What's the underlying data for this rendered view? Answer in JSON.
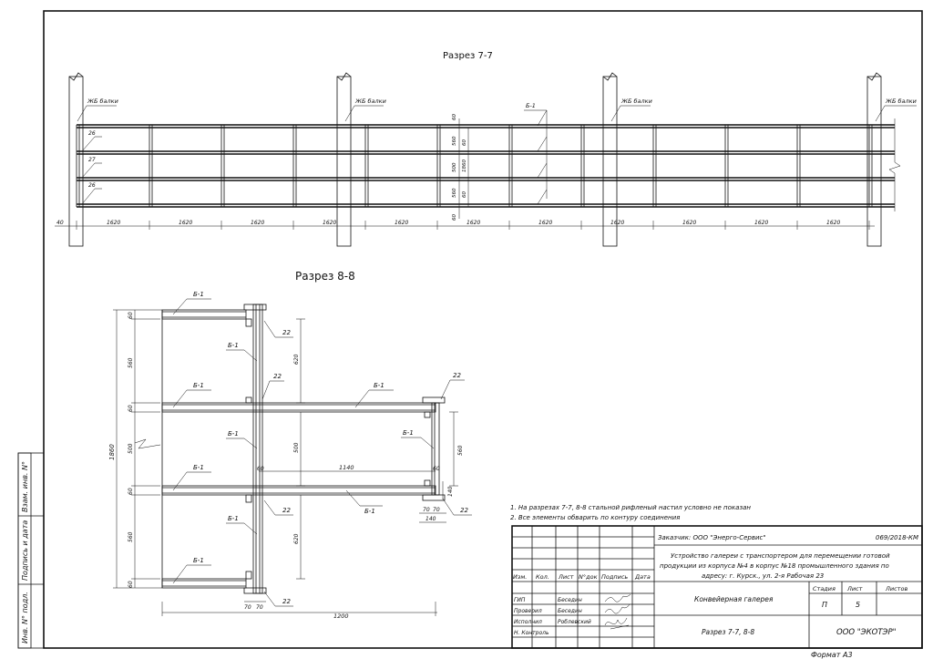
{
  "section_7": {
    "title": "Разрез 7-7",
    "column_label": "ЖБ балки",
    "beam_label": "Б-1",
    "spacing": "1620",
    "start_offset": "40",
    "row_labels": [
      "26",
      "27",
      "26"
    ],
    "height_dims": [
      "60",
      "560",
      "60",
      "500",
      "60",
      "560",
      "60"
    ],
    "total_height": "1860"
  },
  "section_8": {
    "title": "Разрез 8-8",
    "beam_label": "Б-1",
    "weld": "22",
    "dims_left": [
      "60",
      "560",
      "60",
      "500",
      "60",
      "560",
      "60"
    ],
    "total_left": "1860",
    "inner_620": "620",
    "inner_500": "500",
    "dim_1140": "1140",
    "dim_1200": "1200",
    "dim_70": "70",
    "dim_140": "140",
    "dim_560": "560",
    "dim_60": "60"
  },
  "notes": [
    "1. На разрезах 7-7, 8-8 стальной рифленый настил условно не показан",
    "2. Все элементы обварить по контуру соединения"
  ],
  "title_block": {
    "customer": "Заказчик: ООО \"Энерго-Сервис\"",
    "code": "069/2018-КМ",
    "project_line1": "Устройство галереи с транспортером для перемещении готовой",
    "project_line2": "продукции из корпуса №4 в корпус №18 промышленного здания по",
    "project_line3": "адресу: г. Курск., ул. 2-я Рабочая 23",
    "headers": [
      "Изм.",
      "Кол.",
      "Лист",
      "N°док",
      "Подпись",
      "Дата"
    ],
    "roles": [
      "ГИП",
      "Проверил",
      "Исполнил",
      "Н. Контроль"
    ],
    "names": [
      "Беседин",
      "Беседин",
      "Роблевский",
      ""
    ],
    "object_name": "Конвейерная галерея",
    "sheet_title": "Разрез 7-7, 8-8",
    "stage_label": "Стадия",
    "sheet_label": "Лист",
    "sheets_label": "Листов",
    "stage": "П",
    "sheet": "5",
    "company": "ООО \"ЭКОТЭР\"",
    "format": "Формат А3"
  },
  "side_stamp": [
    "Взам. инв. N°",
    "Подпись и дата",
    "Инв. N° подл."
  ]
}
